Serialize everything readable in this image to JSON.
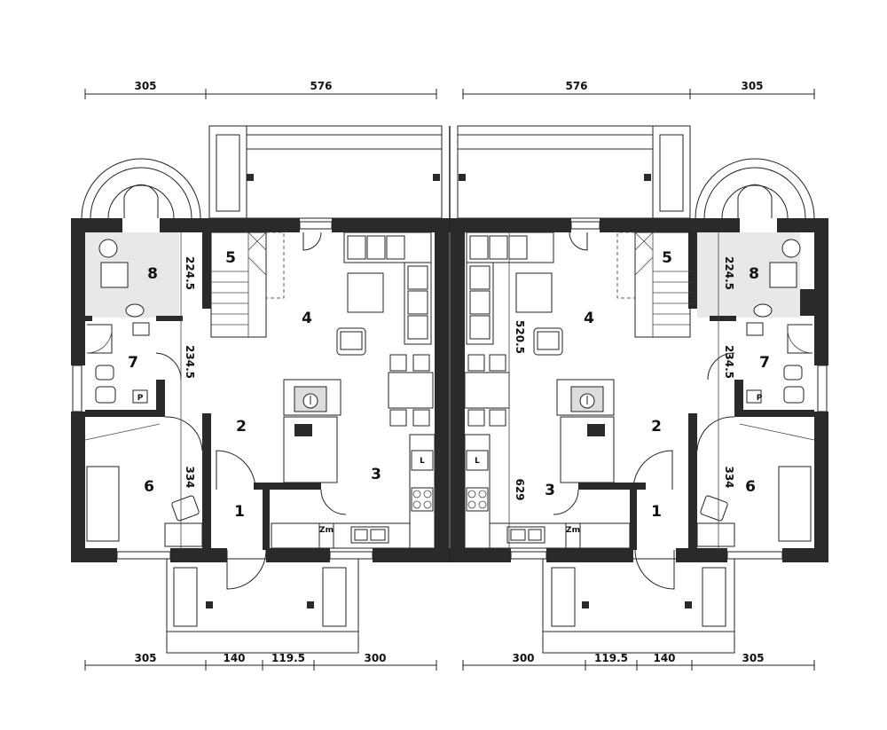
{
  "left_unit": {
    "rooms": [
      "1",
      "2",
      "3",
      "4",
      "5",
      "6",
      "7",
      "8"
    ],
    "dims_top": [
      "305",
      "576"
    ],
    "dims_bottom": [
      "305",
      "140",
      "119.5",
      "300"
    ],
    "dims_vertical": [
      "224.5",
      "234.5",
      "334"
    ],
    "small_label": "Zm",
    "fridge_label": "L",
    "toilet_label": "P"
  },
  "right_unit": {
    "rooms": [
      "1",
      "2",
      "3",
      "4",
      "5",
      "6",
      "7",
      "8"
    ],
    "dims_top": [
      "576",
      "305"
    ],
    "dims_bottom": [
      "300",
      "119.5",
      "140",
      "305"
    ],
    "dims_vertical": [
      "224.5",
      "234.5",
      "334",
      "520.5",
      "629"
    ],
    "small_label": "Zm",
    "fridge_label": "L",
    "toilet_label": "P"
  },
  "colors": {
    "wall": "#2a2a2a",
    "tile": "#e8e8e8"
  }
}
